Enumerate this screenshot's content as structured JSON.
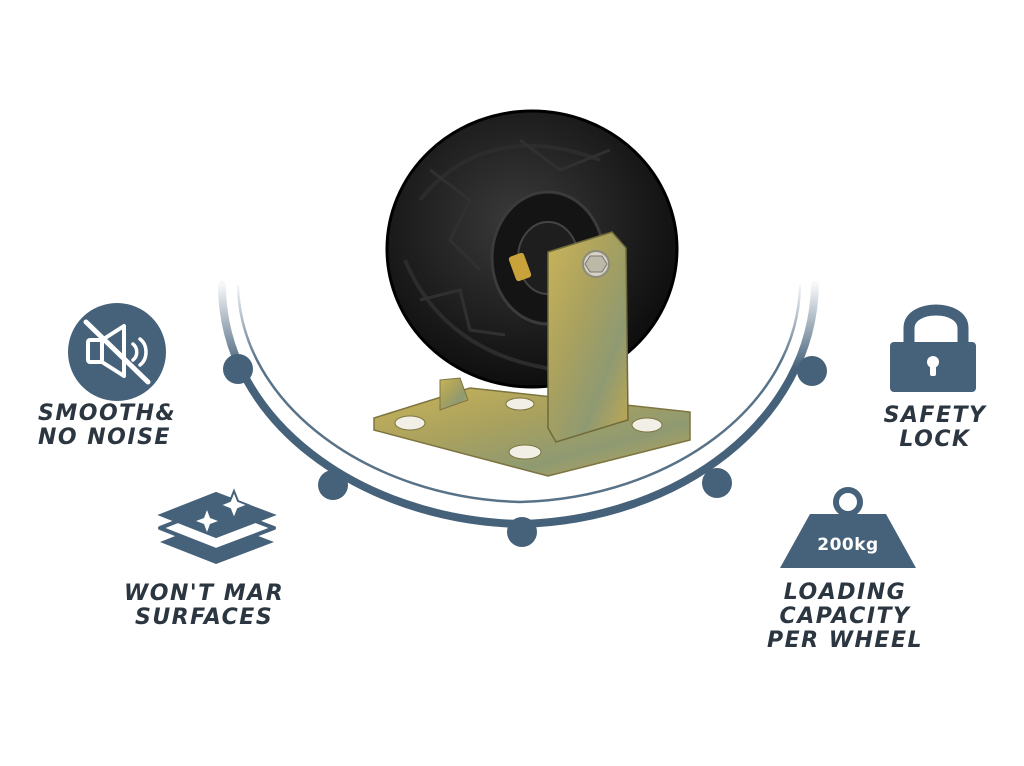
{
  "features": {
    "noise": {
      "line1": "SMOOTH&",
      "line2": "NO NOISE",
      "icon": "muted-speaker-icon"
    },
    "surface": {
      "line1": "WON'T MAR",
      "line2": "SURFACES",
      "icon": "layered-surface-icon"
    },
    "lock": {
      "line1": "SAFETY",
      "line2": "LOCK",
      "icon": "padlock-icon"
    },
    "load": {
      "line1": "LOADING",
      "line2": "CAPACITY",
      "line3": "PER WHEEL",
      "badge": "200kg",
      "icon": "weight-icon"
    }
  },
  "colors": {
    "accent": "#46627a",
    "text": "#2b3640",
    "background": "#ffffff"
  }
}
